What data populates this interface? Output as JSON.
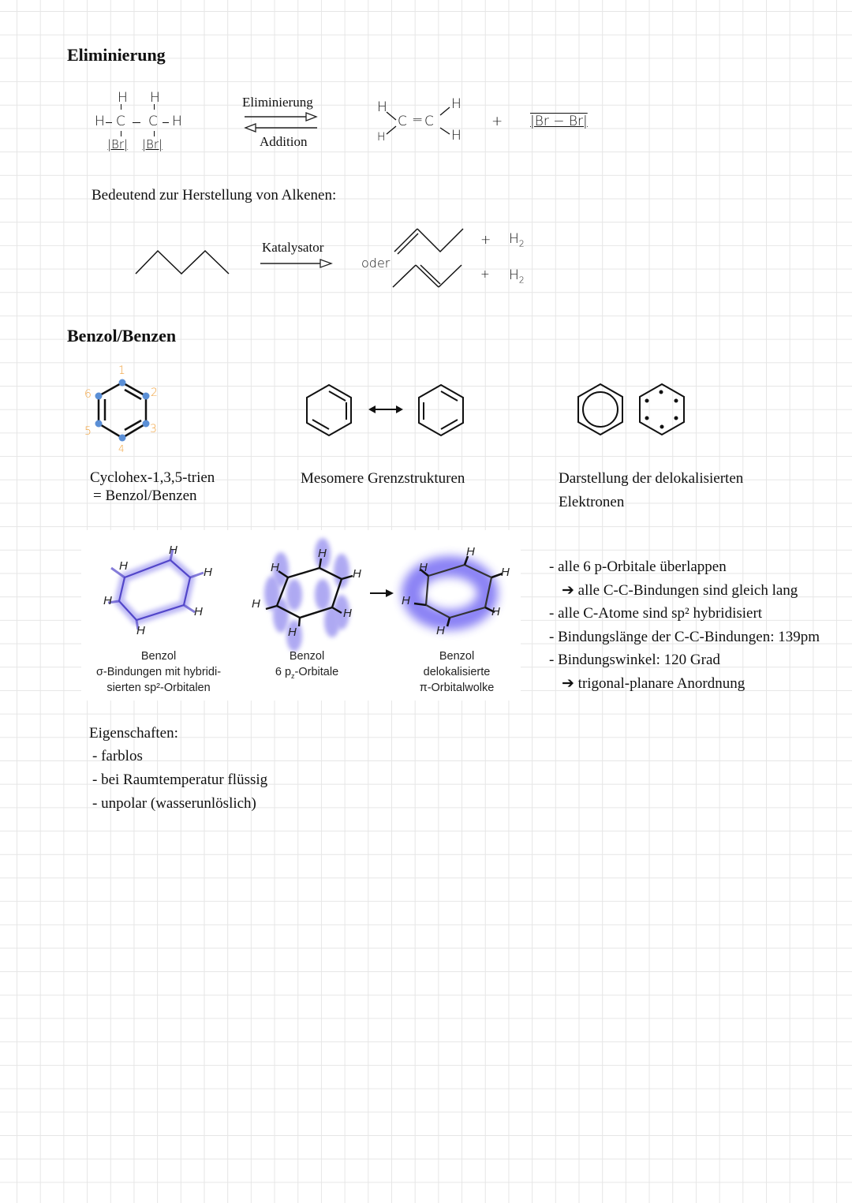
{
  "sections": {
    "elimination": {
      "title": "Eliminierung",
      "reaction": {
        "reactant": {
          "top_h": [
            "H",
            "H"
          ],
          "middle": [
            "H",
            "C",
            "C",
            "H"
          ],
          "bottom": [
            "|Br|",
            "|Br|"
          ]
        },
        "arrow_forward_label": "Eliminierung",
        "arrow_backward_label": "Addition",
        "product_alkene": {
          "atoms": [
            "H",
            "H",
            "C",
            "=",
            "C",
            "H",
            "H"
          ]
        },
        "plus": "+",
        "product_bromine": "|Br − Br|"
      },
      "subtitle": "Bedeutend zur Herstellung von Alkenen:",
      "catalysis": {
        "arrow_label": "Katalysator",
        "or_label": "oder",
        "products": [
          {
            "plus": "+",
            "molecule": "H",
            "subscript": "2"
          },
          {
            "plus": "+",
            "molecule": "H",
            "subscript": "2"
          }
        ]
      }
    },
    "benzene": {
      "title": "Benzol/Benzen",
      "numbered_ring": {
        "atom_numbers": [
          "1",
          "2",
          "3",
          "4",
          "5",
          "6"
        ],
        "caption_line1": "Cyclohex-1,3,5-trien",
        "caption_line2": "= Benzol/Benzen"
      },
      "mesomeric": {
        "caption": "Mesomere Grenzstrukturen"
      },
      "delocalized": {
        "caption_line1": "Darstellung der delokalisierten",
        "caption_line2": "Elektronen"
      },
      "orbital_figure": {
        "h_label": "H",
        "panels": [
          {
            "title": "Benzol",
            "line2": "σ-Bindungen mit hybridi-",
            "line3": "sierten sp²-Orbitalen"
          },
          {
            "title": "Benzol",
            "line2_pre": "6 p",
            "line2_sub": "z",
            "line2_post": "-Orbitale"
          },
          {
            "title": "Benzol",
            "line2": "delokalisierte",
            "line3": "π-Orbitalwolke"
          }
        ]
      },
      "facts": [
        {
          "text": "- alle 6 p-Orbitale überlappen",
          "indent": false
        },
        {
          "text": "➔ alle C-C-Bindungen sind gleich lang",
          "indent": true
        },
        {
          "text": "- alle C-Atome sind sp² hybridisiert",
          "indent": false
        },
        {
          "text": "- Bindungslänge der C-C-Bindungen: 139pm",
          "indent": false
        },
        {
          "text": "- Bindungswinkel: 120 Grad",
          "indent": false
        },
        {
          "text": "➔ trigonal-planare Anordnung",
          "indent": true
        }
      ],
      "properties": {
        "heading": "Eigenschaften:",
        "items": [
          "- farblos",
          "- bei Raumtemperatur flüssig",
          "- unpolar (wasserunlöslich)"
        ]
      }
    }
  },
  "colors": {
    "grid": "#e6e6e6",
    "atom_dot": "#5b8fd6",
    "atom_number": "#f0a13c",
    "orbital": "#5a4fe0"
  }
}
